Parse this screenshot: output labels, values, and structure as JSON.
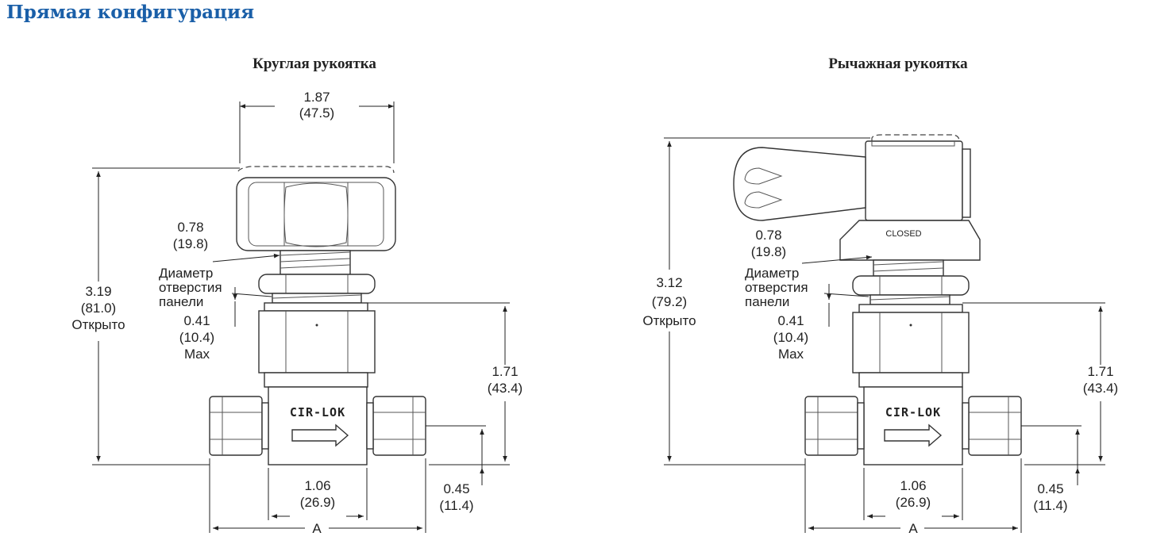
{
  "page_title": "Прямая конфигурация",
  "views": [
    {
      "title": "Круглая рукоятка",
      "dims": {
        "handle_width": [
          "1.87",
          "(47.5)"
        ],
        "panel_hole": [
          "0.78",
          "(19.8)",
          "Диаметр",
          "отверстия",
          "панели"
        ],
        "panel_thickness": [
          "0.41",
          "(10.4)",
          "Max"
        ],
        "height_open": [
          "3.19",
          "(81.0)",
          "Открыто"
        ],
        "height_body": [
          "1.71",
          "(43.4)"
        ],
        "body_width": [
          "1.06",
          "(26.9)"
        ],
        "centerline": [
          "0.45",
          "(11.4)"
        ],
        "overall": "A"
      },
      "logo": "CIR-LOK"
    },
    {
      "title": "Рычажная рукоятка",
      "dims": {
        "panel_hole": [
          "0.78",
          "(19.8)",
          "Диаметр",
          "отверстия",
          "панели"
        ],
        "panel_thickness": [
          "0.41",
          "(10.4)",
          "Max"
        ],
        "height_open": [
          "3.12",
          "(79.2)",
          "Открыто"
        ],
        "height_body": [
          "1.71",
          "(43.4)"
        ],
        "body_width": [
          "1.06",
          "(26.9)"
        ],
        "centerline": [
          "0.45",
          "(11.4)"
        ],
        "overall": "A"
      },
      "logo": "CIR-LOK",
      "handle_label": "CLOSED"
    }
  ]
}
